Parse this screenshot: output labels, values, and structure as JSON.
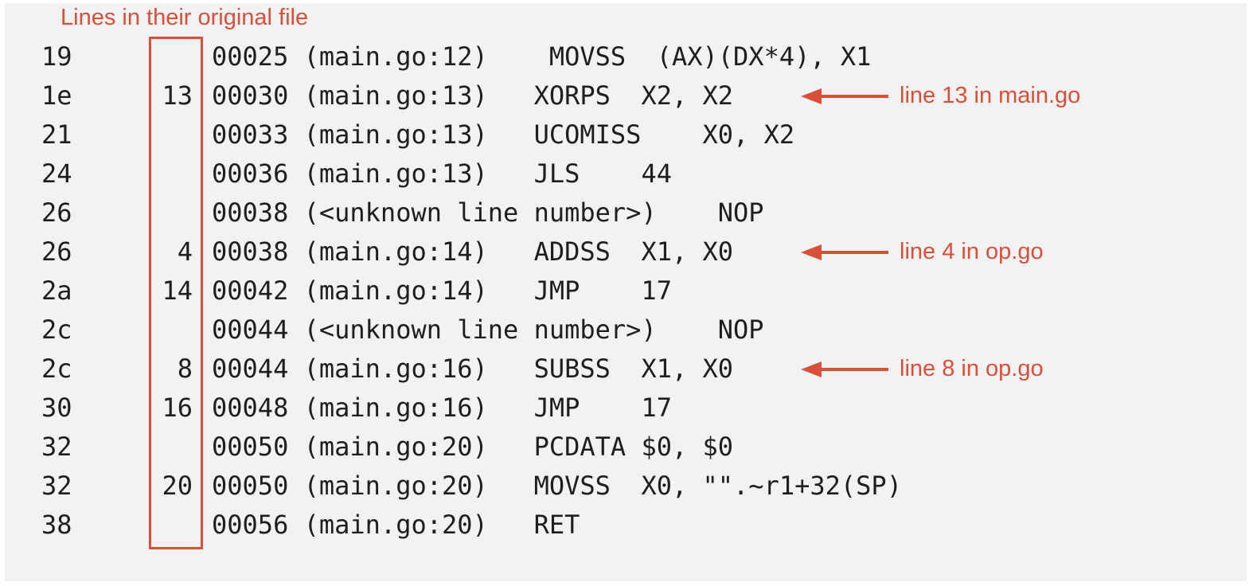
{
  "caption": "Lines in their original file",
  "rows": [
    {
      "offset": "19",
      "line": "",
      "asm": "00025 (main.go:12)    MOVSS  (AX)(DX*4), X1"
    },
    {
      "offset": "1e",
      "line": "13",
      "asm": "00030 (main.go:13)   XORPS  X2, X2"
    },
    {
      "offset": "21",
      "line": "",
      "asm": "00033 (main.go:13)   UCOMISS    X0, X2"
    },
    {
      "offset": "24",
      "line": "",
      "asm": "00036 (main.go:13)   JLS    44"
    },
    {
      "offset": "26",
      "line": "",
      "asm": "00038 (<unknown line number>)    NOP"
    },
    {
      "offset": "26",
      "line": "4",
      "asm": "00038 (main.go:14)   ADDSS  X1, X0"
    },
    {
      "offset": "2a",
      "line": "14",
      "asm": "00042 (main.go:14)   JMP    17"
    },
    {
      "offset": "2c",
      "line": "",
      "asm": "00044 (<unknown line number>)    NOP"
    },
    {
      "offset": "2c",
      "line": "8",
      "asm": "00044 (main.go:16)   SUBSS  X1, X0"
    },
    {
      "offset": "30",
      "line": "16",
      "asm": "00048 (main.go:16)   JMP    17"
    },
    {
      "offset": "32",
      "line": "",
      "asm": "00050 (main.go:20)   PCDATA $0, $0"
    },
    {
      "offset": "32",
      "line": "20",
      "asm": "00050 (main.go:20)   MOVSS  X0, \"\".~r1+32(SP)"
    },
    {
      "offset": "38",
      "line": "",
      "asm": "00056 (main.go:20)   RET"
    }
  ],
  "annotations": [
    {
      "row": 1,
      "text": "line 13 in main.go"
    },
    {
      "row": 5,
      "text": "line 4 in op.go"
    },
    {
      "row": 8,
      "text": "line 8 in op.go"
    }
  ],
  "colors": {
    "accent": "#d9503a",
    "text": "#1e1e1e",
    "background": "#f2f2f2"
  }
}
